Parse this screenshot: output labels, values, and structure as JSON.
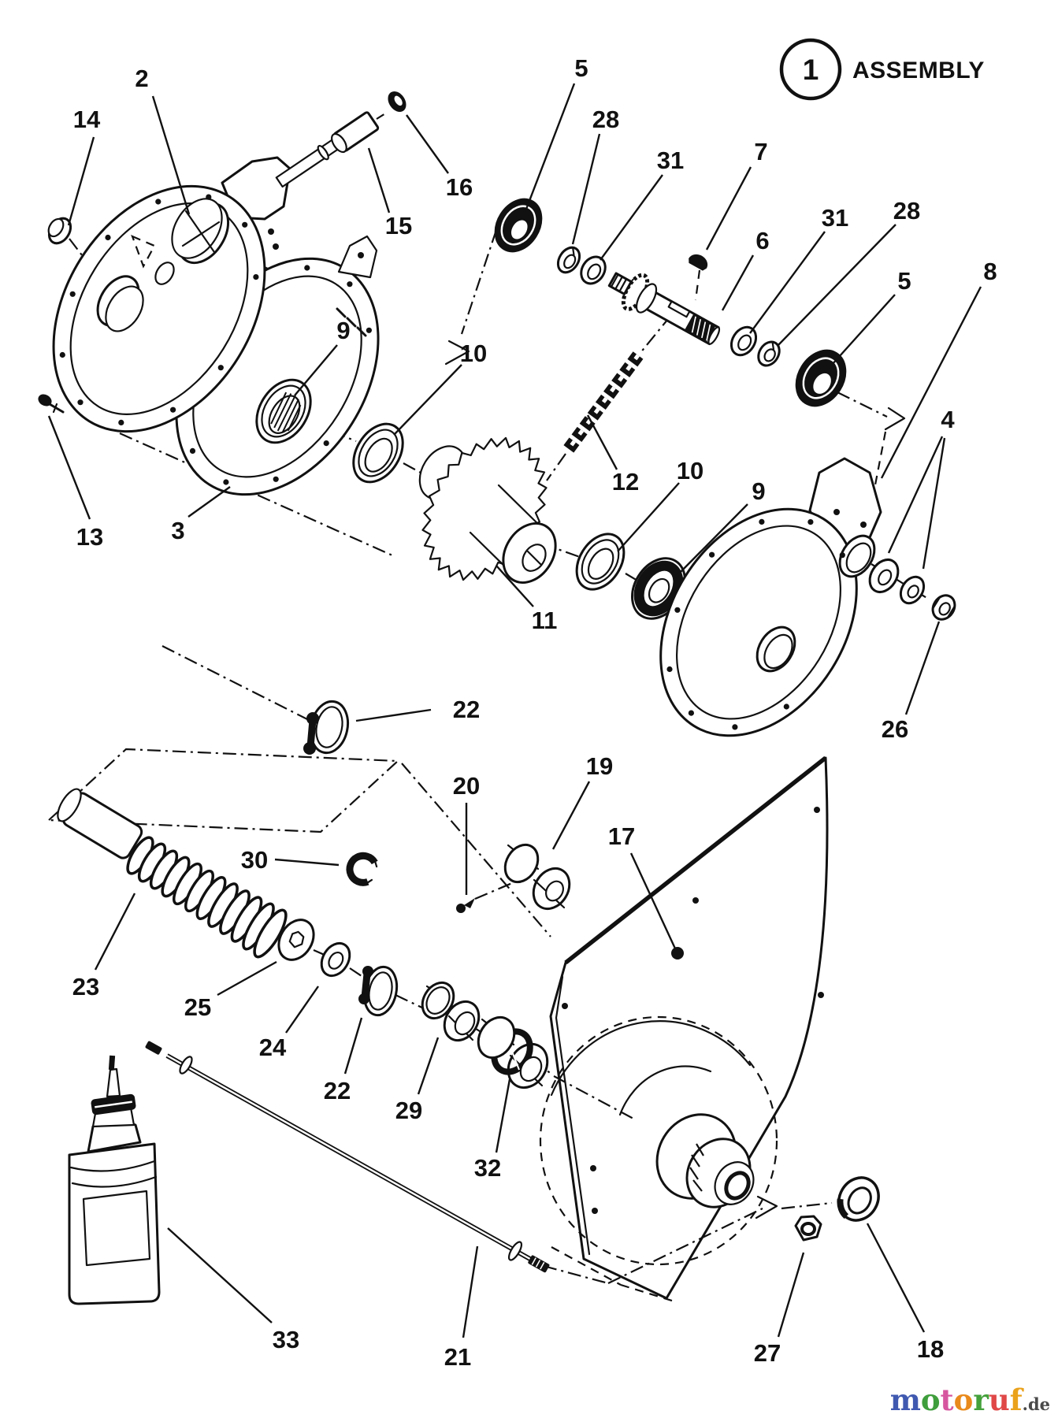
{
  "assembly_badge": {
    "number": "1",
    "label": "ASSEMBLY"
  },
  "callouts": {
    "n2": "2",
    "n3": "3",
    "n4": "4",
    "n5a": "5",
    "n5b": "5",
    "n6": "6",
    "n7": "7",
    "n8": "8",
    "n9a": "9",
    "n9b": "9",
    "n10a": "10",
    "n10b": "10",
    "n11": "11",
    "n12": "12",
    "n13": "13",
    "n14": "14",
    "n15": "15",
    "n16": "16",
    "n17": "17",
    "n18": "18",
    "n19": "19",
    "n20": "20",
    "n21": "21",
    "n22a": "22",
    "n22b": "22",
    "n23": "23",
    "n24": "24",
    "n25": "25",
    "n26": "26",
    "n27": "27",
    "n28a": "28",
    "n28b": "28",
    "n29": "29",
    "n30": "30",
    "n31a": "31",
    "n31b": "31",
    "n32": "32",
    "n33": "33"
  },
  "watermark": {
    "letters": [
      {
        "char": "m",
        "color": "#4059b0"
      },
      {
        "char": "o",
        "color": "#3f9e3c"
      },
      {
        "char": "t",
        "color": "#d6569f"
      },
      {
        "char": "o",
        "color": "#e98a1c"
      },
      {
        "char": "r",
        "color": "#44a13b"
      },
      {
        "char": "u",
        "color": "#e04848"
      },
      {
        "char": "f",
        "color": "#eaa21b"
      }
    ],
    "suffix": ".de",
    "suffix_color": "#4a4a4a"
  },
  "diagram": {
    "line_color": "#111111",
    "background": "#ffffff"
  }
}
